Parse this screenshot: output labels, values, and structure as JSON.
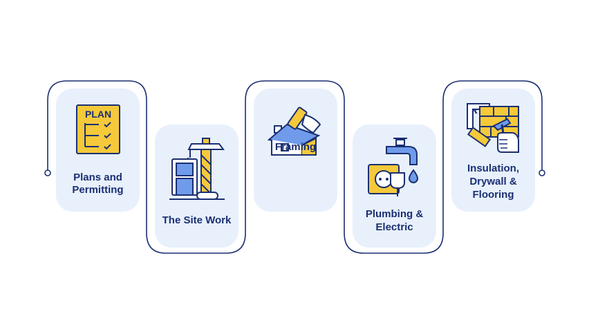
{
  "colors": {
    "outline": "#1a2f72",
    "card_bg": "#e8f0fc",
    "yellow": "#f5c93a",
    "blue": "#6f9bea",
    "label": "#1a2f72"
  },
  "steps": [
    {
      "icon": "plan-checklist-icon",
      "label": "Plans and Permitting",
      "icon_text": "PLAN"
    },
    {
      "icon": "construction-site-icon",
      "label": "The Site Work"
    },
    {
      "icon": "house-framing-icon",
      "label": "Framing"
    },
    {
      "icon": "plumbing-electric-icon",
      "label": "Plumbing & Electric"
    },
    {
      "icon": "flooring-hammer-icon",
      "label": "Insulation, Drywall & Flooring"
    }
  ]
}
